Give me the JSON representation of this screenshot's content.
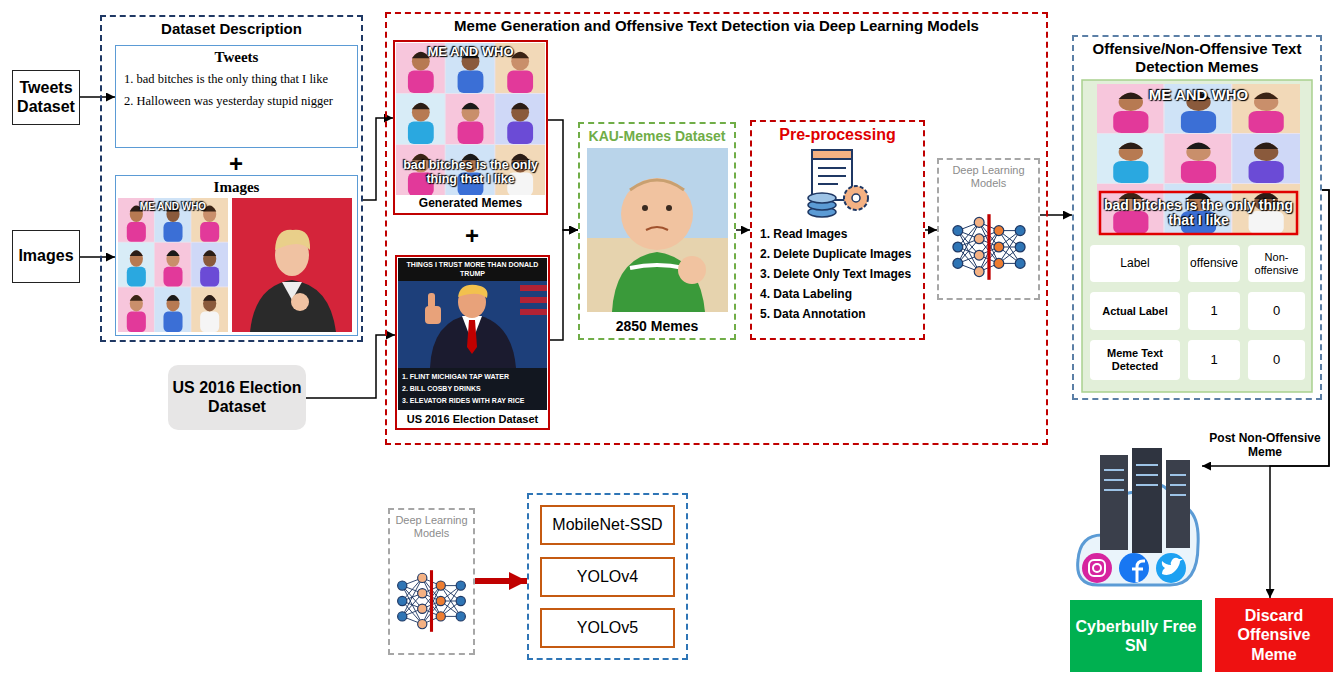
{
  "diagram": {
    "nodes": [
      {
        "text": [
          "Tweets Dataset"
        ]
      },
      {
        "text": [
          "Images"
        ]
      },
      {
        "text": [
          "Dataset Description"
        ]
      },
      {
        "text": [
          "Tweets",
          "1. bad bitches is the only thing that I like",
          "2. Halloween was yesterday stupid nigger"
        ],
        "in": 2
      },
      {
        "text": [
          "Images"
        ],
        "in": 2
      },
      {
        "text": [
          "US 2016 Election Dataset"
        ]
      },
      {
        "text": [
          "Meme Generation and Offensive Text Detection via Deep Learning Models"
        ]
      },
      {
        "text": [
          "Generated Memes"
        ],
        "in": 6
      },
      {
        "text": [
          "US 2016 Election Dataset"
        ],
        "in": 6
      },
      {
        "text": [
          "KAU-Memes Dataset",
          "2850 Memes"
        ],
        "in": 6
      },
      {
        "text": [
          "Pre-processing",
          "1. Read Images",
          "2. Delete Duplicate Images",
          "3. Delete Only Text Images",
          "4. Data Labeling",
          "5. Data Annotation"
        ],
        "in": 6
      },
      {
        "text": [
          "Deep Learning Models"
        ],
        "in": 6
      },
      {
        "text": [
          "Offensive/Non-Offensive Text Detection Memes"
        ]
      },
      {
        "text": [
          "Cyberbully Free SN"
        ]
      },
      {
        "text": [
          "Discard Offensive Meme"
        ]
      },
      {
        "text": [
          "Deep Learning Models"
        ]
      },
      {
        "text": []
      },
      {
        "text": [
          "MobileNet-SSD"
        ],
        "in": 16
      },
      {
        "text": [
          "YOLOv4"
        ],
        "in": 16
      },
      {
        "text": [
          "YOLOv5"
        ],
        "in": 16
      }
    ],
    "edges": [
      {
        "from": 0,
        "to": 3,
        "arrow": "to"
      },
      {
        "from": 1,
        "to": 4,
        "arrow": "to"
      },
      {
        "from": 2,
        "to": 7,
        "arrow": "to"
      },
      {
        "from": 5,
        "to": 8,
        "arrow": "to"
      },
      {
        "from": 7,
        "to": 9,
        "arrow": "to"
      },
      {
        "from": 8,
        "to": 9,
        "arrow": "to"
      },
      {
        "from": 9,
        "to": 10,
        "arrow": "to"
      },
      {
        "from": 10,
        "to": 11,
        "arrow": "to"
      },
      {
        "from": 11,
        "to": 12,
        "arrow": "to"
      },
      {
        "from": 12,
        "to": 13,
        "label": "Post Non-Offensive Meme",
        "arrow": "to"
      },
      {
        "from": 12,
        "to": 14,
        "arrow": "to"
      },
      {
        "from": 15,
        "to": 16,
        "arrow": "to"
      }
    ],
    "labels": [
      "ME AND WHO",
      "+",
      "ME AND WHO",
      "bad bitches is the only thing that I like",
      "+",
      "THINGS I TRUST MORE THAN DONALD TRUMP",
      "1. FLINT MICHIGAN TAP WATER",
      "2. BILL COSBY DRINKS",
      "3. ELEVATOR RIDES WITH RAY RICE",
      "ME AND WHO",
      "bad bitches is the only thing that I like",
      "Label",
      "offensive",
      "Non-offensive",
      "Actual Label",
      "1",
      "0",
      "Meme Text Detected",
      "1",
      "0"
    ]
  }
}
